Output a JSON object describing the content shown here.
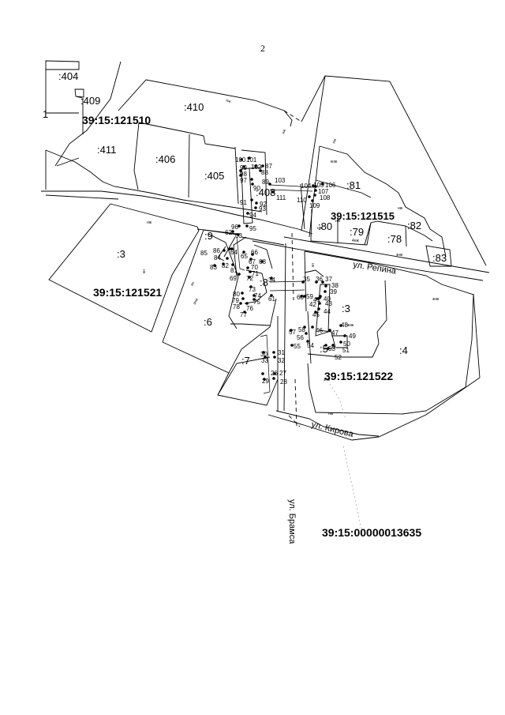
{
  "page_number": "2",
  "blocks": [
    {
      "id": "block-121510",
      "text": "39:15:121510"
    },
    {
      "id": "block-121515",
      "text": "39:15:121515"
    },
    {
      "id": "block-121521",
      "text": "39:15:121521"
    },
    {
      "id": "block-121522",
      "text": "39:15:121522"
    },
    {
      "id": "block-13635",
      "text": "39:15:00000013635"
    }
  ],
  "parcels": [
    ":404",
    ":409",
    "1",
    ":410",
    ":411",
    ":406",
    ":405",
    ":408",
    ":81",
    ":80",
    ":79",
    ":82",
    ":78",
    ":83",
    ":9",
    ":3",
    ":8",
    ":3",
    ":6",
    ":7",
    ":4",
    ":5"
  ],
  "streets": {
    "repina": "ул. Репина",
    "kirova": "ул. Кирова",
    "bramsa": "ул. Брамса"
  },
  "building_marks": [
    "нж",
    "нж",
    "кнж",
    "нж",
    "4нж",
    "нж",
    "знж",
    "знж",
    "нж",
    "нж",
    "нж",
    "кн",
    "кн",
    "знж",
    "знж",
    "кн",
    "знж",
    "нж"
  ],
  "points": [
    "26",
    "27",
    "28",
    "29",
    "30",
    "31",
    "32",
    "33",
    "34",
    "35",
    "36",
    "37",
    "38",
    "39",
    "40",
    "41",
    "42",
    "43",
    "44",
    "45",
    "46",
    "47",
    "48",
    "49",
    "50",
    "51",
    "52",
    "53",
    "54",
    "55",
    "56",
    "57",
    "58",
    "59",
    "60",
    "61",
    "62",
    "63",
    "64",
    "65",
    "66",
    "67",
    "68",
    "69",
    "70",
    "71",
    "72",
    "73",
    "74",
    "75",
    "76",
    "77",
    "78",
    "79",
    "80",
    "81",
    "82",
    "83",
    "84",
    "85",
    "86",
    "87",
    "88",
    "89",
    "90",
    "91",
    "92",
    "93",
    "94",
    "95",
    "96",
    "97",
    "98",
    "99",
    "100",
    "101",
    "102",
    "103",
    "104",
    "105",
    "106",
    "107",
    "108",
    "109",
    "110",
    "111"
  ]
}
